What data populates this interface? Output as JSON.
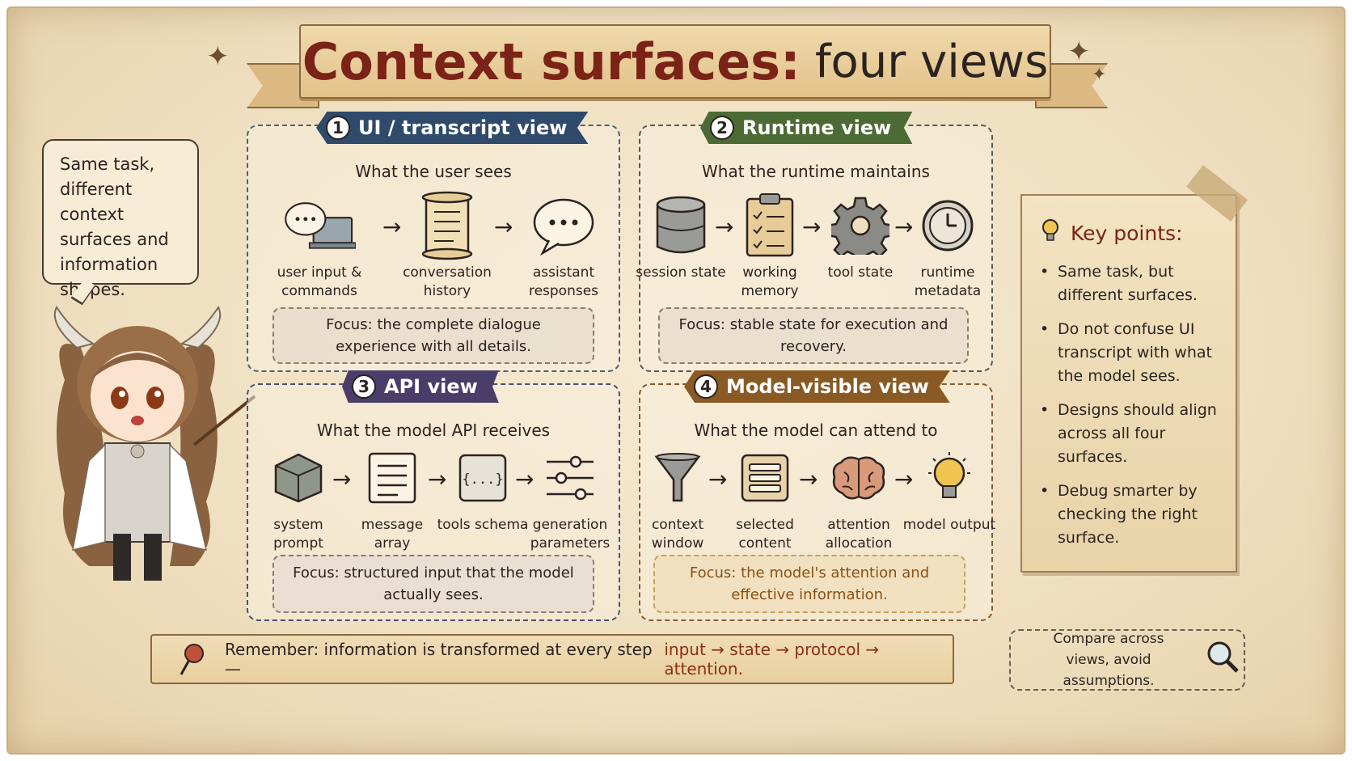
{
  "title": {
    "main": "Context surfaces:",
    "sub": "four views"
  },
  "bubble": {
    "text": "Same task, different context surfaces and information shapes."
  },
  "panels": [
    {
      "number": "1",
      "name": "UI / transcript view",
      "subtitle": "What the user sees",
      "items": [
        {
          "label": "user input & commands",
          "icon": "chat-laptop-icon"
        },
        {
          "label": "conversation history",
          "icon": "scroll-icon"
        },
        {
          "label": "assistant responses",
          "icon": "speech-bubble-icon"
        }
      ],
      "focus": "Focus: the complete dialogue experience with all details.",
      "color": "#2f4a6a"
    },
    {
      "number": "2",
      "name": "Runtime view",
      "subtitle": "What the runtime maintains",
      "items": [
        {
          "label": "session state",
          "icon": "database-icon"
        },
        {
          "label": "working memory",
          "icon": "clipboard-icon"
        },
        {
          "label": "tool state",
          "icon": "gear-icon"
        },
        {
          "label": "runtime metadata",
          "icon": "clock-icon"
        }
      ],
      "focus": "Focus: stable state for execution and recovery.",
      "color": "#4c6a34"
    },
    {
      "number": "3",
      "name": "API view",
      "subtitle": "What the model API receives",
      "items": [
        {
          "label": "system prompt",
          "icon": "cube-icon"
        },
        {
          "label": "message array",
          "icon": "document-icon"
        },
        {
          "label": "tools schema",
          "icon": "braces-icon"
        },
        {
          "label": "generation parameters",
          "icon": "sliders-icon"
        }
      ],
      "focus": "Focus: structured input that the model actually sees.",
      "color": "#4a3d6a"
    },
    {
      "number": "4",
      "name": "Model-visible view",
      "subtitle": "What the model can attend to",
      "items": [
        {
          "label": "context window",
          "icon": "funnel-icon"
        },
        {
          "label": "selected content",
          "icon": "list-card-icon"
        },
        {
          "label": "attention allocation",
          "icon": "brain-icon"
        },
        {
          "label": "model output",
          "icon": "lightbulb-icon"
        }
      ],
      "focus": "Focus: the model's attention and effective information.",
      "color": "#8a5a24"
    }
  ],
  "key_points": {
    "title": "Key points:",
    "items": [
      "Same task, but different surfaces.",
      "Do not confuse UI transcript with what the model sees.",
      "Designs should align across all four surfaces.",
      "Debug smarter by checking the right surface."
    ]
  },
  "remember": {
    "prefix": "Remember: information is transformed at every step —",
    "flow": "input → state → protocol → attention."
  },
  "compare": {
    "text": "Compare across views, avoid assumptions."
  },
  "colors": {
    "title": "#7a2316",
    "accent": "#8a3014"
  }
}
